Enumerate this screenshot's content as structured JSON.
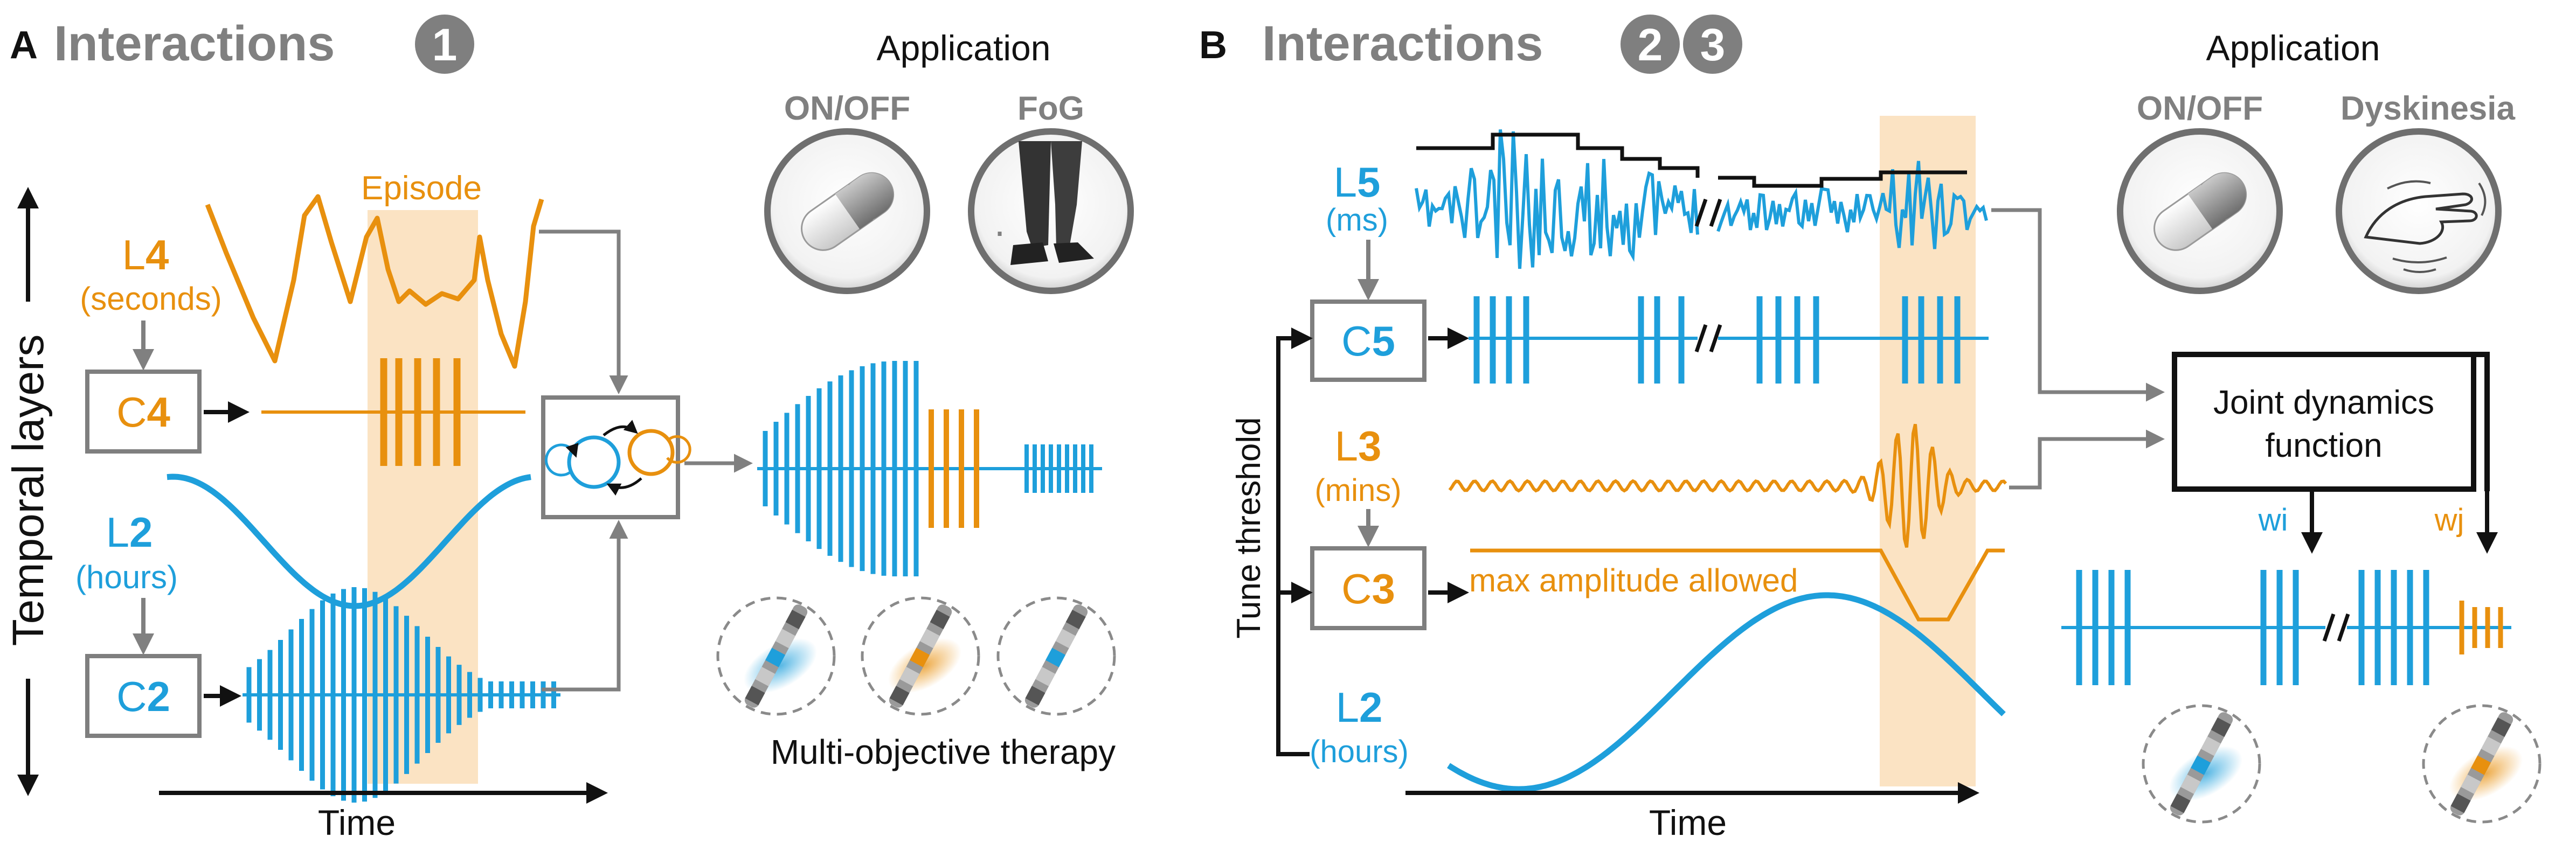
{
  "colors": {
    "blue": "#1E9FDB",
    "orange": "#E8900E",
    "gray": "#7F7F7F",
    "black": "#111111",
    "band": "#FBE3C3"
  },
  "panel_a": {
    "letter": "A",
    "title": "Interactions",
    "badges": [
      "1"
    ],
    "application": {
      "title": "Application",
      "items": [
        {
          "label": "ON/OFF",
          "icon": "pill-icon"
        },
        {
          "label": "FoG",
          "icon": "legs-icon"
        }
      ]
    },
    "episode_label": "Episode",
    "y_axis_label": "Temporal layers",
    "x_axis_label": "Time",
    "layers": {
      "l4": {
        "prefix": "L",
        "num": "4",
        "sub": "(seconds)"
      },
      "l2": {
        "prefix": "L",
        "num": "2",
        "sub": "(hours)"
      }
    },
    "classifiers": {
      "c4": {
        "prefix": "C",
        "num": "4"
      },
      "c2": {
        "prefix": "C",
        "num": "2"
      }
    },
    "therapy_label": "Multi-objective therapy"
  },
  "panel_b": {
    "letter": "B",
    "title": "Interactions",
    "badges": [
      "2",
      "3"
    ],
    "application": {
      "title": "Application",
      "items": [
        {
          "label": "ON/OFF",
          "icon": "pill-icon"
        },
        {
          "label": "Dyskinesia",
          "icon": "hand-icon"
        }
      ]
    },
    "layers": {
      "l5": {
        "prefix": "L",
        "num": "5",
        "sub": "(ms)"
      },
      "l3": {
        "prefix": "L",
        "num": "3",
        "sub": "(mins)"
      },
      "l2": {
        "prefix": "L",
        "num": "2",
        "sub": "(hours)"
      }
    },
    "classifiers": {
      "c5": {
        "prefix": "C",
        "num": "5"
      },
      "c3": {
        "prefix": "C",
        "num": "3"
      }
    },
    "max_amplitude_label": "max amplitude allowed",
    "tune_threshold_label": "Tune threshold",
    "joint_box": {
      "line1": "Joint dynamics",
      "line2": "function"
    },
    "weights": {
      "wi": "wi",
      "wj": "wj"
    },
    "x_axis_label": "Time"
  }
}
